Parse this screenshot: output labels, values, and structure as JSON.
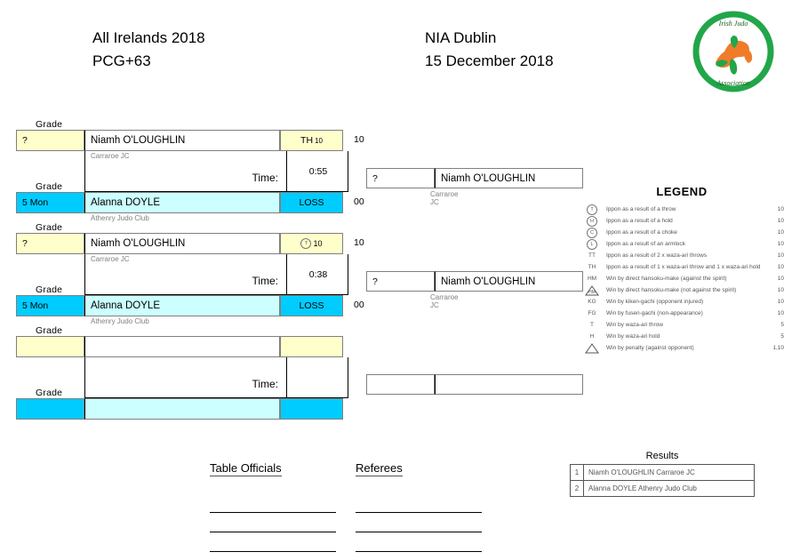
{
  "header": {
    "event_name": "All Irelands 2018",
    "category": "PCG+63",
    "venue": "NIA Dublin",
    "date": "15 December 2018"
  },
  "logo": {
    "top_text": "Irish Judo",
    "bottom_text": "Association",
    "ring_color": "#22a64a",
    "accent_color": "#f07c2a"
  },
  "colors": {
    "yellow_grade": "#ffffcc",
    "blue_grade": "#00ccff",
    "blue_name": "#ccffff"
  },
  "labels": {
    "grade": "Grade",
    "time": "Time:"
  },
  "matches": [
    {
      "top": {
        "grade": "?",
        "name": "Niamh O'LOUGHLIN",
        "club": "Carraroe JC",
        "score_symbol": "TH",
        "score_points": "10",
        "ext_score": "10"
      },
      "bottom": {
        "grade": "5 Mon",
        "name": "Alanna DOYLE",
        "club": "Athenry Judo Club",
        "score_symbol": "LOSS",
        "score_points": "",
        "ext_score": "00"
      },
      "time": "0:55",
      "winner": {
        "grade": "?",
        "name": "Niamh O'LOUGHLIN",
        "club": "Carraroe JC"
      }
    },
    {
      "top": {
        "grade": "?",
        "name": "Niamh O'LOUGHLIN",
        "club": "Carraroe JC",
        "score_symbol": "T-circle",
        "score_points": "10",
        "ext_score": "10"
      },
      "bottom": {
        "grade": "5 Mon",
        "name": "Alanna DOYLE",
        "club": "Athenry Judo Club",
        "score_symbol": "LOSS",
        "score_points": "",
        "ext_score": "00"
      },
      "time": "0:38",
      "winner": {
        "grade": "?",
        "name": "Niamh O'LOUGHLIN",
        "club": "Carraroe JC"
      }
    },
    {
      "top": {
        "grade": "",
        "name": "",
        "club": "",
        "score_symbol": "",
        "score_points": "",
        "ext_score": ""
      },
      "bottom": {
        "grade": "",
        "name": "",
        "club": "",
        "score_symbol": "",
        "score_points": "",
        "ext_score": ""
      },
      "time": "",
      "winner": {
        "grade": "",
        "name": "",
        "club": ""
      }
    }
  ],
  "legend": {
    "title": "LEGEND",
    "rows": [
      {
        "symbol": "T",
        "symbol_kind": "circle",
        "text": "Ippon as a result of a throw",
        "value": "10"
      },
      {
        "symbol": "H",
        "symbol_kind": "circle",
        "text": "Ippon as a result of a hold",
        "value": "10"
      },
      {
        "symbol": "C",
        "symbol_kind": "circle",
        "text": "Ippon as a result of a choke",
        "value": "10"
      },
      {
        "symbol": "L",
        "symbol_kind": "circle",
        "text": "Ippon as a result of an armlock",
        "value": "10"
      },
      {
        "symbol": "TT",
        "symbol_kind": "text",
        "text": "Ippon as a result of 2 x waza-ari throws",
        "value": "10"
      },
      {
        "symbol": "TH",
        "symbol_kind": "text",
        "text": "Ippon as a result of 1 x waza-ari throw and 1 x waza-ari hold",
        "value": "10"
      },
      {
        "symbol": "HM",
        "symbol_kind": "text",
        "text": "Win by direct hansoku-make (against the spirit)",
        "value": "10"
      },
      {
        "symbol": "HM",
        "symbol_kind": "triangle",
        "text": "Win by direct hansoku-make (not against the spirit)",
        "value": "10"
      },
      {
        "symbol": "KG",
        "symbol_kind": "text",
        "text": "Win by kiken-gachi (opponent injured)",
        "value": "10"
      },
      {
        "symbol": "FG",
        "symbol_kind": "text",
        "text": "Win by fusen-gachi (non-appearance)",
        "value": "10"
      },
      {
        "symbol": "T",
        "symbol_kind": "text",
        "text": "Win by waza-ari throw",
        "value": "5"
      },
      {
        "symbol": "H",
        "symbol_kind": "text",
        "text": "Win by waza-ari hold",
        "value": "5"
      },
      {
        "symbol": "",
        "symbol_kind": "triangle",
        "text": "Win by penalty (against opponent)",
        "value": "1,10"
      }
    ]
  },
  "signatures": {
    "table_officials": "Table Officials",
    "referees": "Referees"
  },
  "results": {
    "title": "Results",
    "rows": [
      {
        "position": "1",
        "text": "Niamh O'LOUGHLIN Carraroe JC"
      },
      {
        "position": "2",
        "text": "Alanna DOYLE Athenry Judo Club"
      }
    ]
  }
}
